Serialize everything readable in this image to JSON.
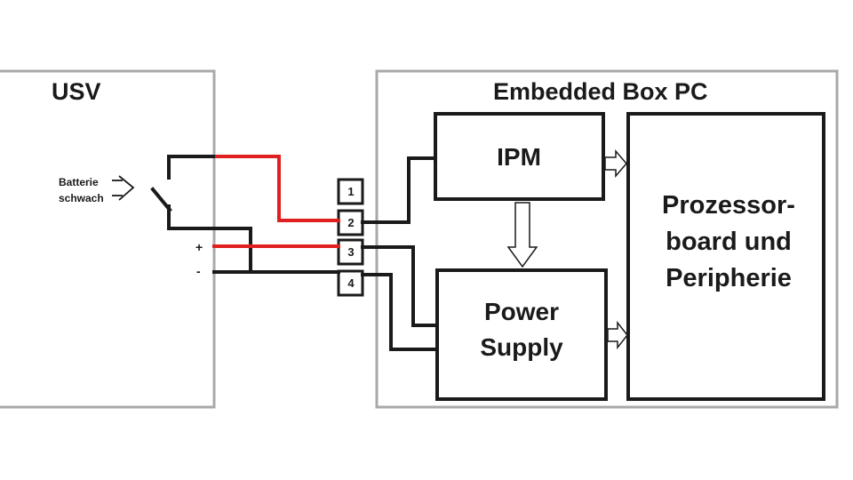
{
  "labels": {
    "usv": "USV",
    "embedded_box_pc": "Embedded Box PC",
    "ipm": "IPM",
    "power_supply_line1": "Power",
    "power_supply_line2": "Supply",
    "processor_line1": "Prozessor-",
    "processor_line2": "board und",
    "processor_line3": "Peripherie",
    "battery_line1": "Batterie",
    "battery_line2": "schwach",
    "plus": "+",
    "minus": "-"
  },
  "connector_pins": [
    "1",
    "2",
    "3",
    "4"
  ],
  "colors": {
    "wire_black": "#1a1a1a",
    "wire_red": "#e02020",
    "box_gray": "#a9a9a9"
  }
}
